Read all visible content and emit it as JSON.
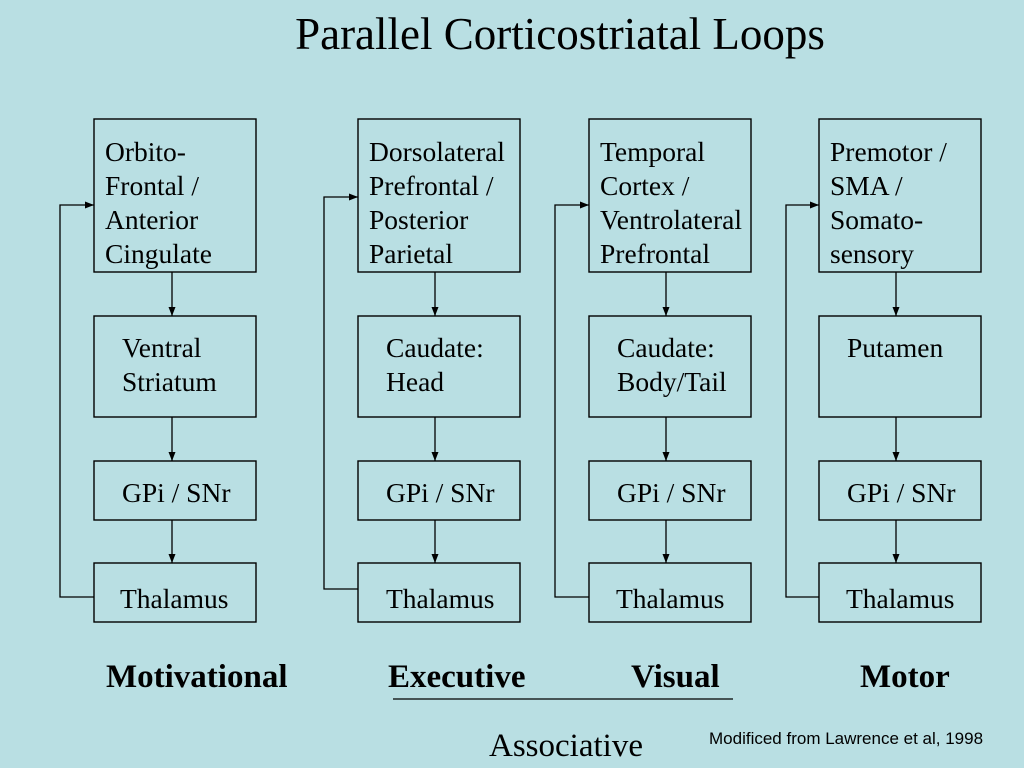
{
  "title": "Parallel Corticostriatal Loops",
  "loops": [
    {
      "cortex": [
        "Orbito-",
        "Frontal /",
        "Anterior",
        "Cingulate"
      ],
      "striatum": [
        "Ventral",
        "Striatum"
      ],
      "output": "GPi / SNr",
      "thalamus": "Thalamus",
      "label": "Motivational"
    },
    {
      "cortex": [
        "Dorsolateral",
        "Prefrontal /",
        "Posterior",
        "Parietal"
      ],
      "striatum": [
        "Caudate:",
        "Head"
      ],
      "output": "GPi / SNr",
      "thalamus": "Thalamus",
      "label": "Executive"
    },
    {
      "cortex": [
        "Temporal",
        "Cortex /",
        "Ventrolateral",
        "Prefrontal"
      ],
      "striatum": [
        "Caudate:",
        "Body/Tail"
      ],
      "output": "GPi / SNr",
      "thalamus": "Thalamus",
      "label": "Visual"
    },
    {
      "cortex": [
        "Premotor /",
        "SMA /",
        "Somato-",
        "sensory"
      ],
      "striatum": [
        "Putamen"
      ],
      "output": "GPi / SNr",
      "thalamus": "Thalamus",
      "label": "Motor"
    }
  ],
  "group_label": "Associative",
  "credit": "Modificed from Lawrence et al, 1998",
  "colors": {
    "background": "#b9dfe3",
    "line": "#000000"
  }
}
